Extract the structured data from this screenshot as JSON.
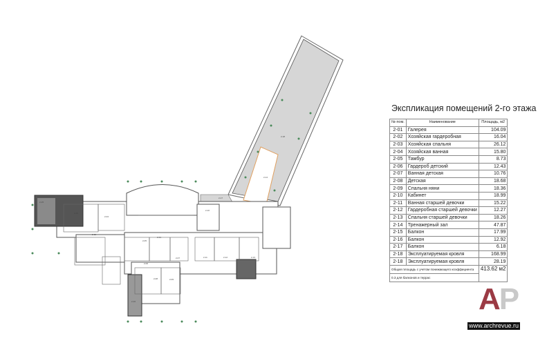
{
  "title": "Экспликация помещений 2-го этажа",
  "table": {
    "headers": [
      "№ пом.",
      "Наименование",
      "Площадь, м2"
    ],
    "rows": [
      {
        "num": "2-01",
        "name": "Галерея",
        "area": "104.09"
      },
      {
        "num": "2-02",
        "name": "Хозяйская гардеробная",
        "area": "16.04"
      },
      {
        "num": "2-03",
        "name": "Хозяйская спальня",
        "area": "26.12"
      },
      {
        "num": "2-04",
        "name": "Хозяйская ванная",
        "area": "15.80"
      },
      {
        "num": "2-05",
        "name": "Тамбур",
        "area": "8.73"
      },
      {
        "num": "2-06",
        "name": "Гардероб детский",
        "area": "12.43"
      },
      {
        "num": "2-07",
        "name": "Ванная детская",
        "area": "10.76"
      },
      {
        "num": "2-08",
        "name": "Детская",
        "area": "18.68"
      },
      {
        "num": "2-09",
        "name": "Спальня няни",
        "area": "18.36"
      },
      {
        "num": "2-10",
        "name": "Кабинет",
        "area": "18.99"
      },
      {
        "num": "2-11",
        "name": "Ванная старшей девочки",
        "area": "15.22"
      },
      {
        "num": "2-12",
        "name": "Гардеробная старшей девочки",
        "area": "12.27"
      },
      {
        "num": "2-13",
        "name": "Спальня старшей девочки",
        "area": "18.26"
      },
      {
        "num": "2-14",
        "name": "Тренажерный зал",
        "area": "47.87"
      },
      {
        "num": "2-15",
        "name": "Балкон",
        "area": "17.99"
      },
      {
        "num": "2-16",
        "name": "Балкон",
        "area": "12.92"
      },
      {
        "num": "2-17",
        "name": "Балкон",
        "area": "6.18"
      },
      {
        "num": "2-18",
        "name": "Эксплуатируемая кровля",
        "area": "168.99"
      },
      {
        "num": "2-18",
        "name": "Эксплуатируемая кровля",
        "area": "28.19"
      }
    ],
    "total_label_1": "Общая площадь с учетом понижающего коэффициента",
    "total_label_2": "0.3 для балконов и террас",
    "total_value": "413.62 м2"
  },
  "plan": {
    "labels": [
      "2-01",
      "2-02",
      "2-03",
      "2-04",
      "2-05",
      "2-06",
      "2-07",
      "2-08",
      "2-09",
      "2-10",
      "2-11",
      "2-12",
      "2-13",
      "2-14",
      "2-15",
      "2-16",
      "2-17",
      "2-18"
    ]
  },
  "logo": {
    "a": "A",
    "p": "P"
  },
  "url": "www.archrevue.ru",
  "colors": {
    "logo_red": "#9b3a44",
    "logo_gray": "#c9c9c9",
    "accent_orange": "#e0a060",
    "tree_green": "#4a8a5a"
  }
}
